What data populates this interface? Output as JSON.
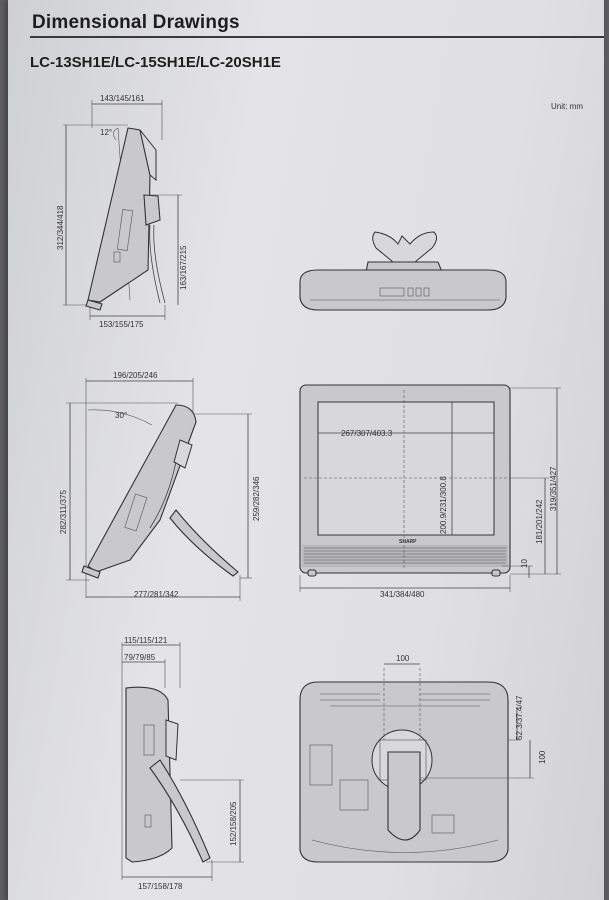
{
  "header": {
    "title": "Dimensional Drawings",
    "models": "LC-13SH1E/LC-15SH1E/LC-20SH1E",
    "unit": "Unit: mm"
  },
  "side_view_1": {
    "top_width": "143/145/161",
    "tilt_angle": "12°",
    "height": "312/344/418",
    "stand_height": "163/167/215",
    "base_width": "153/155/175"
  },
  "side_view_2": {
    "top_width": "196/205/246",
    "tilt_angle": "30°",
    "height": "282/311/375",
    "stand_height": "259/282/346",
    "base_width": "277/281/342"
  },
  "side_view_3": {
    "top_width_1": "115/115/121",
    "top_width_2": "79/79/85",
    "stand_height": "152/158/205",
    "base_width": "157/158/178"
  },
  "front_view": {
    "brand": "SHARP",
    "screen_width": "267/307/403.3",
    "screen_height": "200.9/231/300.8",
    "overall_height": "319/351/427",
    "panel_offset": "181/201/242",
    "bottom_offset": "10",
    "overall_width": "341/384/480"
  },
  "rear_view": {
    "mount_width": "100",
    "mount_offset": "52.3/37.4/47",
    "mount_height": "100"
  }
}
